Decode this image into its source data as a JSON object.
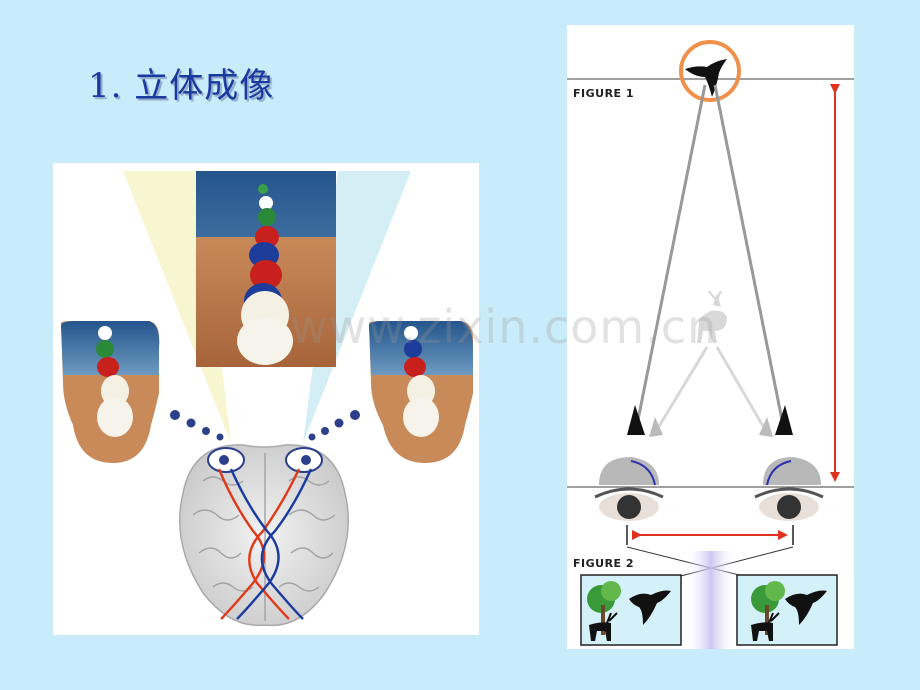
{
  "slide": {
    "title": "1. 立体成像"
  },
  "figure": {
    "label_1": "FIGURE 1",
    "label_2": "FIGURE 2"
  },
  "watermark": "www.zixin.com.cn",
  "colors": {
    "background": "#c9ecfa",
    "title": "#1a3aa0",
    "arrow_red": "#e0301e",
    "circle_orange": "#f0904a",
    "nerve_red": "#e03a1a",
    "nerve_blue": "#1a3aa0"
  }
}
